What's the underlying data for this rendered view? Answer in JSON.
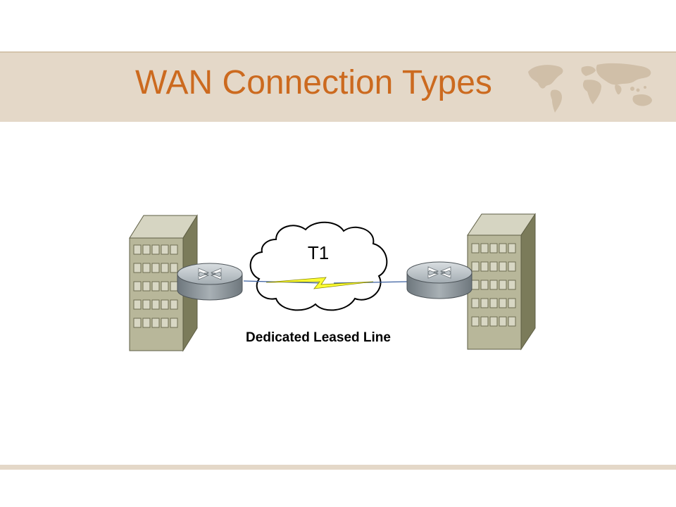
{
  "slide": {
    "title": "WAN Connection Types"
  },
  "diagram": {
    "cloud_label": "T1",
    "caption": "Dedicated Leased Line"
  },
  "colors": {
    "title": "#cc6a1f",
    "band": "#e4d8c8",
    "building_front": "#b8b79a",
    "building_side": "#7b7b5a",
    "building_top": "#d6d5c2",
    "router": "#9aa3a8",
    "lightning": "#ffff33",
    "link_line": "#3a5fa0"
  },
  "icons": [
    "world-map-icon",
    "building-icon",
    "router-icon",
    "cloud-icon",
    "lightning-bolt-icon"
  ]
}
